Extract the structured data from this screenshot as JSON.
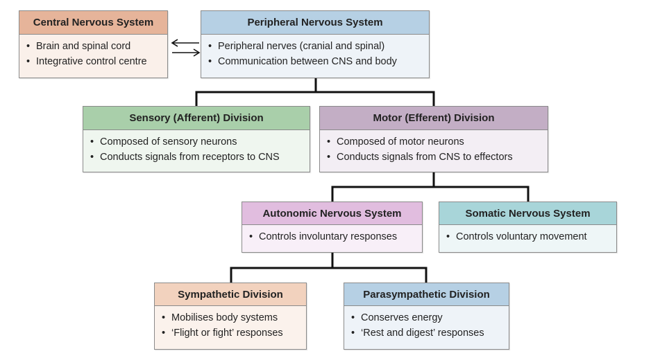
{
  "boxes": {
    "cns": {
      "title": "Central Nervous System",
      "items": [
        "Brain and spinal cord",
        "Integrative control centre"
      ],
      "header_color": "#e6b49a",
      "body_color": "#faf0ea"
    },
    "pns": {
      "title": "Peripheral Nervous System",
      "items": [
        "Peripheral nerves (cranial and spinal)",
        "Communication between CNS and body"
      ],
      "header_color": "#b6d0e4",
      "body_color": "#eef3f8"
    },
    "sensory": {
      "title": "Sensory (Afferent) Division",
      "items": [
        "Composed of sensory neurons",
        "Conducts signals from receptors to CNS"
      ],
      "header_color": "#a9cfaa",
      "body_color": "#eff6ef"
    },
    "motor": {
      "title": "Motor (Efferent) Division",
      "items": [
        "Composed of motor neurons",
        "Conducts signals from CNS to effectors"
      ],
      "header_color": "#c3aec5",
      "body_color": "#f3eef4"
    },
    "autonomic": {
      "title": "Autonomic Nervous System",
      "items": [
        "Controls involuntary responses"
      ],
      "header_color": "#e1bddf",
      "body_color": "#f8eff8"
    },
    "somatic": {
      "title": "Somatic Nervous System",
      "items": [
        "Controls voluntary movement"
      ],
      "header_color": "#a8d5d9",
      "body_color": "#eef6f7"
    },
    "sympathetic": {
      "title": "Sympathetic Division",
      "items": [
        "Mobilises body systems",
        "‘Flight or fight’ responses"
      ],
      "header_color": "#f2d2be",
      "body_color": "#fbf2ec"
    },
    "parasympathetic": {
      "title": "Parasympathetic Division",
      "items": [
        "Conserves energy",
        "‘Rest and digest’ responses"
      ],
      "header_color": "#b6d0e4",
      "body_color": "#eef3f8"
    }
  },
  "colors": {
    "connector": "#111111",
    "border": "#8a8a8a"
  }
}
